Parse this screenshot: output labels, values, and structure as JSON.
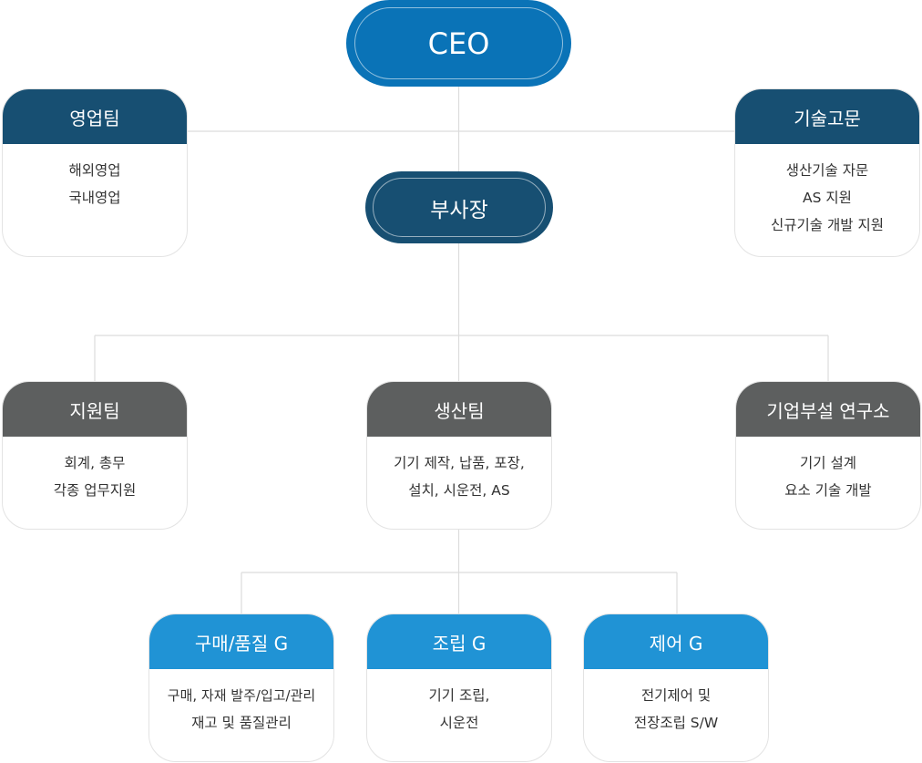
{
  "ceo": {
    "label": "CEO"
  },
  "vice_president": {
    "label": "부사장"
  },
  "sales": {
    "title": "영업팀",
    "lines": [
      "해외영업",
      "국내영업"
    ]
  },
  "tech_advisor": {
    "title": "기술고문",
    "lines": [
      "생산기술 자문",
      "AS 지원",
      "신규기술 개발 지원"
    ]
  },
  "support": {
    "title": "지원팀",
    "lines": [
      "회계, 총무",
      "각종 업무지원"
    ]
  },
  "production": {
    "title": "생산팀",
    "lines": [
      "기기 제작, 납품, 포장,",
      "설치, 시운전, AS"
    ]
  },
  "research": {
    "title": "기업부설 연구소",
    "lines": [
      "기기 설계",
      "요소 기술 개발"
    ]
  },
  "purchasing": {
    "title": "구매/품질 G",
    "lines": [
      "구매, 자재 발주/입고/관리",
      "재고 및 품질관리"
    ]
  },
  "assembly": {
    "title": "조립 G",
    "lines": [
      "기기 조립,",
      "시운전"
    ]
  },
  "control": {
    "title": "제어 G",
    "lines": [
      "전기제어 및",
      "전장조립 S/W"
    ]
  },
  "colors": {
    "ceo": "#0a73b7",
    "vice_president": "#174f72",
    "advisory_header": "#174f72",
    "team_header": "#5d5f5f",
    "group_header": "#2093d5",
    "connector": "#dcdcdc"
  }
}
